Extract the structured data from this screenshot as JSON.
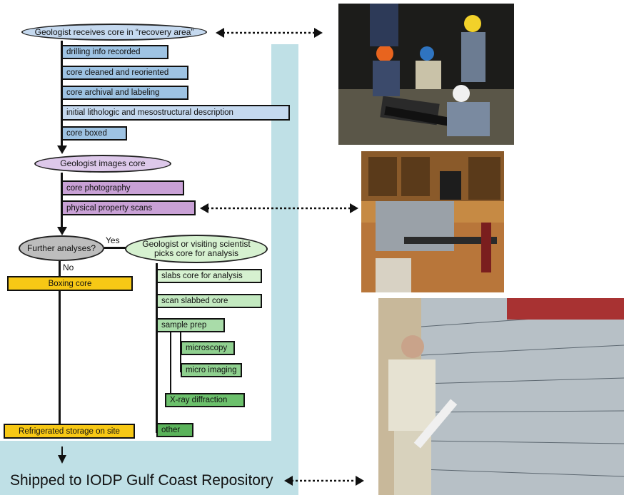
{
  "colors": {
    "band": "#bfe0e6",
    "blue_box": "#9ec3e3",
    "blue_oval": "#c5d9ef",
    "purple_box": "#c9a1d6",
    "purple_oval": "#ddc8ea",
    "green_box": "#a9dca9",
    "green_oval": "#d6f1d0",
    "yellow": "#f7c815",
    "gray_oval": "#bdbdbd"
  },
  "stage1": {
    "title": "Geologist receives core in “recovery area”",
    "steps": [
      "drilling info recorded",
      "core cleaned and reoriented",
      "core archival and labeling",
      "initial lithologic and mesostructural description",
      "core boxed"
    ]
  },
  "stage2": {
    "title": "Geologist images core",
    "steps": [
      "core photography",
      "physical property scans"
    ]
  },
  "decision": {
    "question": "Further analyses?",
    "yes": "Yes",
    "no": "No",
    "no_branch": "Boxing core",
    "storage": "Refrigerated storage on site"
  },
  "stage3": {
    "title": "Geologist or visiting scientist picks core for analysis",
    "steps": [
      "slabs core for analysis",
      "scan slabbed core",
      "sample prep"
    ],
    "prep_steps": [
      "microscopy",
      "micro imaging",
      "X-ray diffraction"
    ],
    "other": "other"
  },
  "final": "Shipped to IODP Gulf Coast Repository",
  "photos": [
    {
      "icon": "field-crew-photo"
    },
    {
      "icon": "lab-scanner-photo"
    },
    {
      "icon": "core-repository-photo"
    }
  ]
}
